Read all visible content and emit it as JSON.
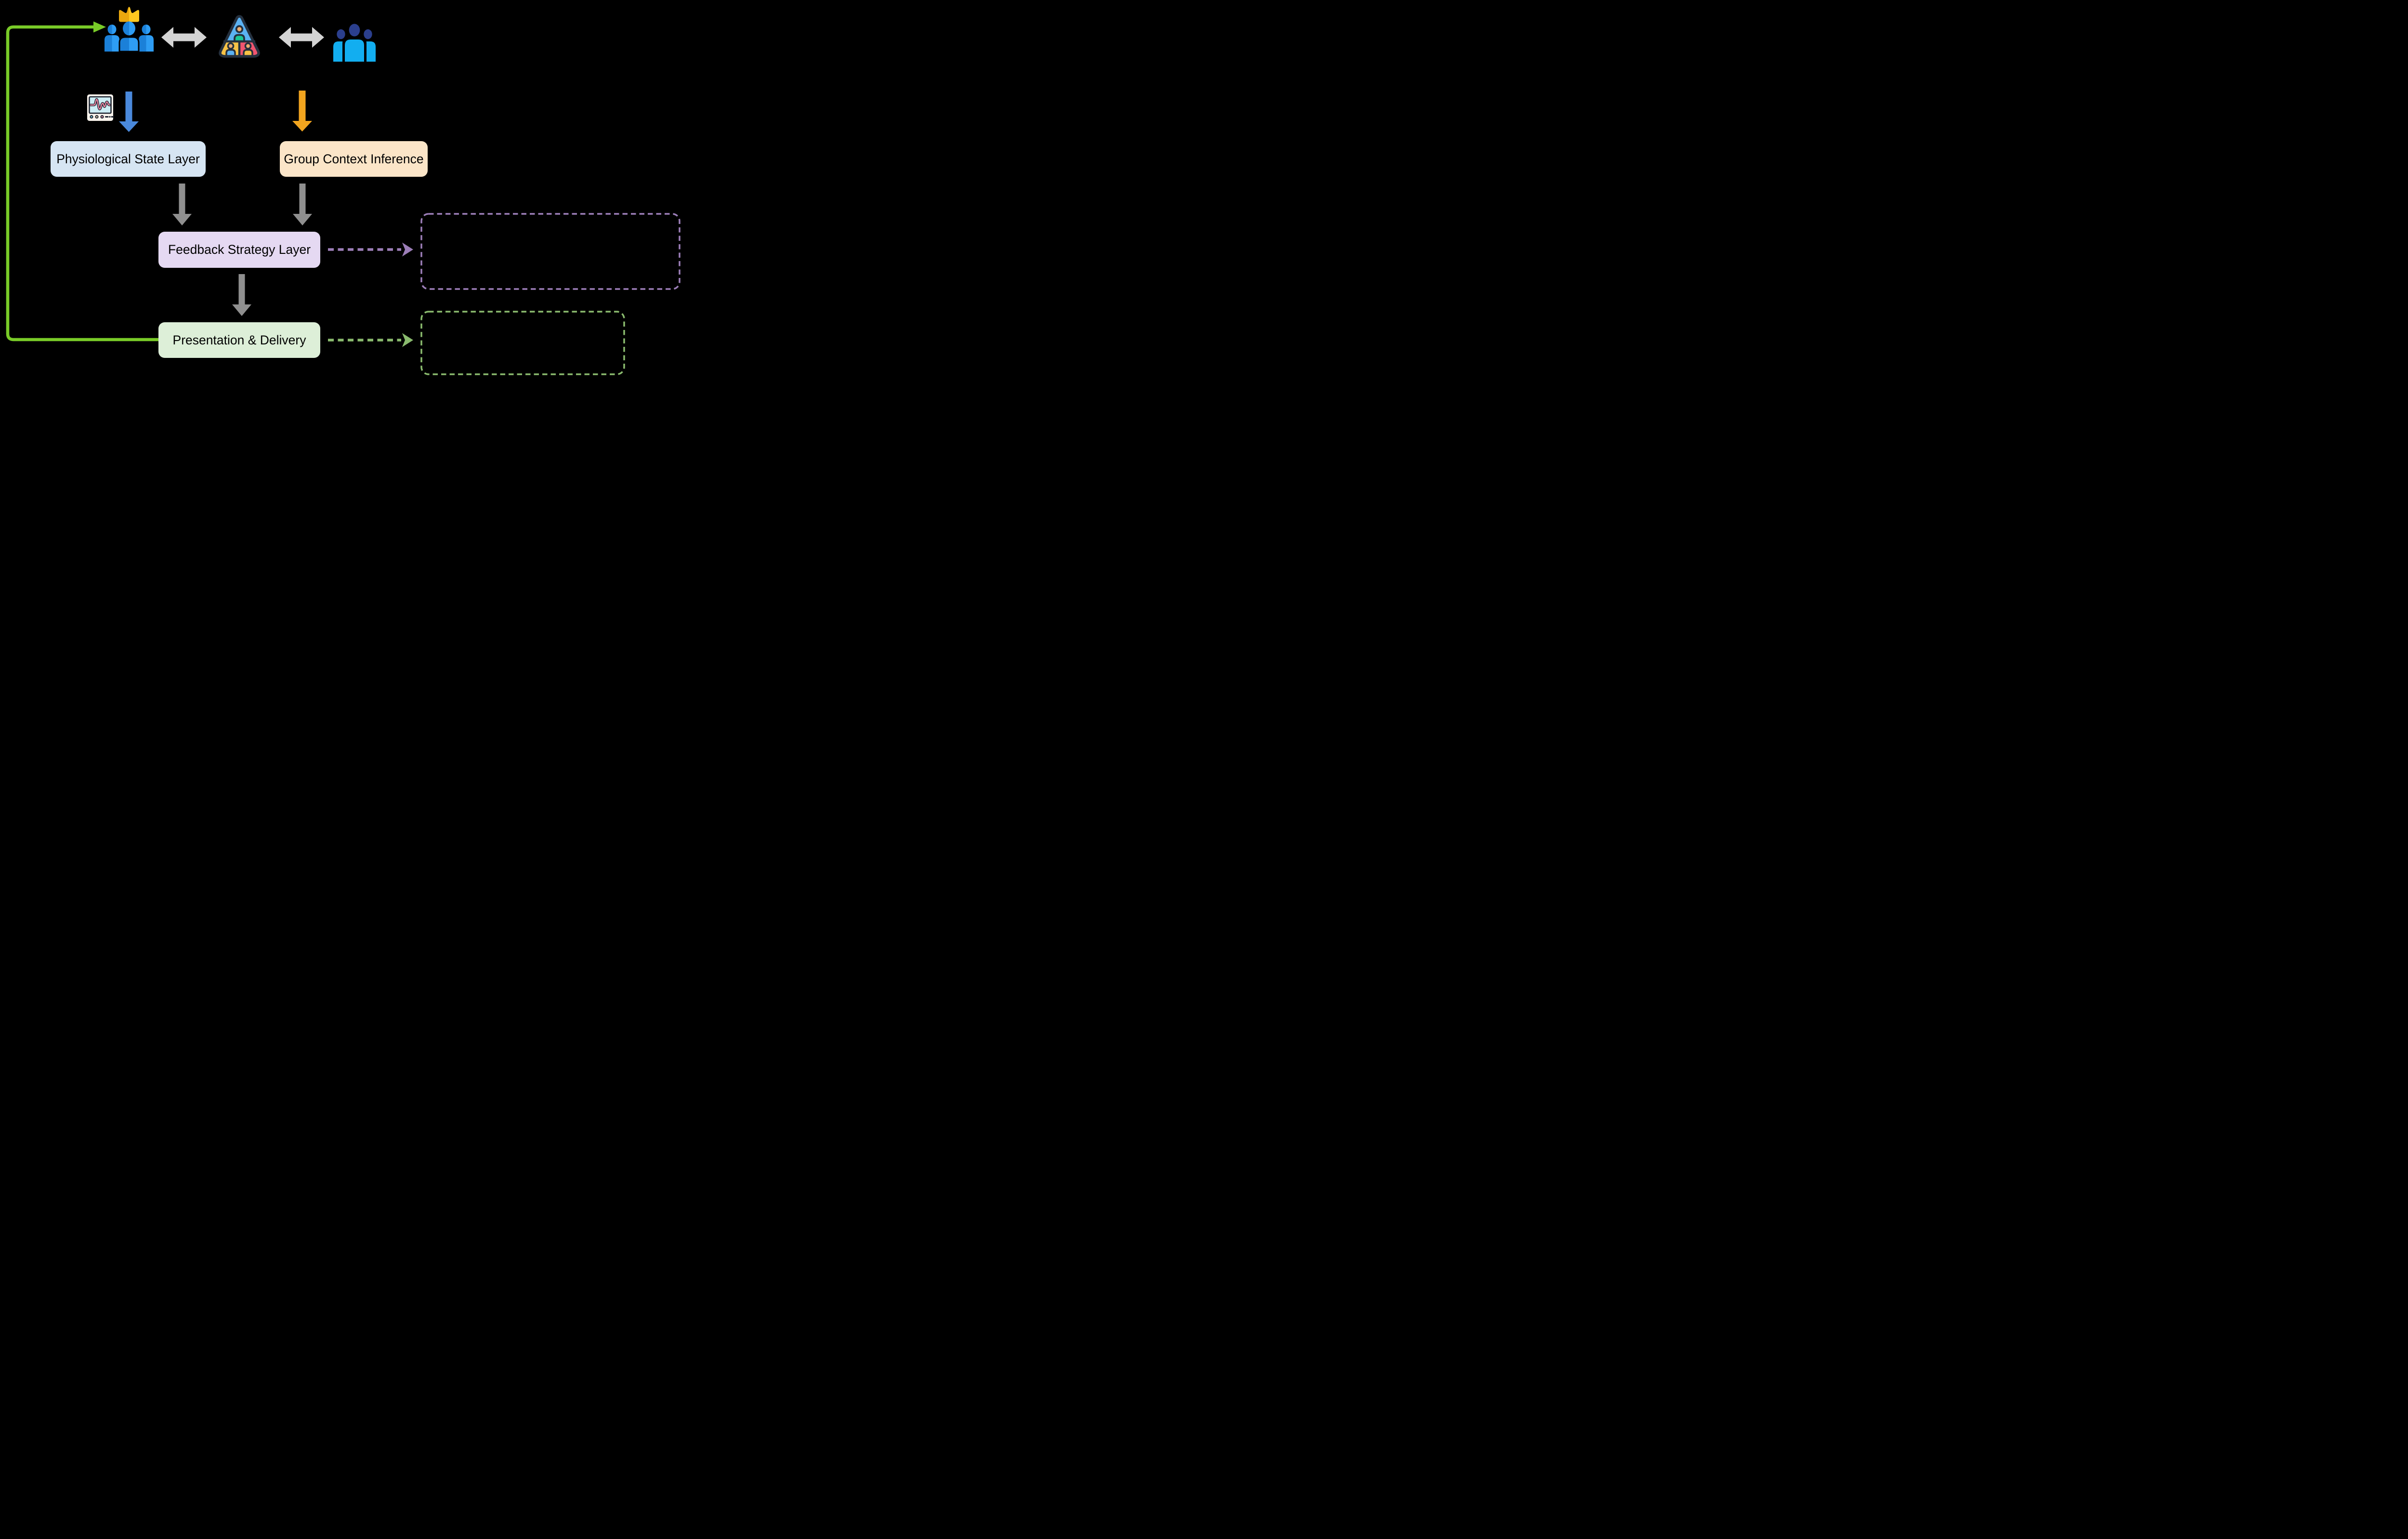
{
  "title": "Adaptive group feedback system architecture diagram",
  "canvas": {
    "background": "#000000"
  },
  "actors": {
    "leader_group": {
      "icon": "leader-group-crown-icon",
      "crown_color": "#FFC81F",
      "people_color": "#2E9DF4"
    },
    "hierarchy_pyramid": {
      "icon": "team-pyramid-icon",
      "section_colors": [
        "#5BB2F2",
        "#F6C245",
        "#F0556F"
      ]
    },
    "audience_group": {
      "icon": "user-group-icon",
      "head_color": "#2B3F8E",
      "body_color": "#12AEF0"
    },
    "peer_link_style": "double-headed-arrow",
    "peer_link_color": "#D4D4D4"
  },
  "inputs": {
    "physiological_monitor": {
      "icon": "ecg-monitor-icon",
      "arrow_color": "#4A89DC"
    },
    "group_context": {
      "arrow_color": "#F2A51F"
    }
  },
  "nodes": [
    {
      "id": "physiological",
      "label": "Physiological State Layer",
      "fill": "#D6E5F3"
    },
    {
      "id": "group_context",
      "label": "Group Context Inference",
      "fill": "#FBE5C8"
    },
    {
      "id": "feedback_strategy",
      "label": "Feedback Strategy Layer",
      "fill": "#E5D9F2"
    },
    {
      "id": "presentation",
      "label": "Presentation & Delivery",
      "fill": "#DDEFD8"
    }
  ],
  "annotations": [
    {
      "id": "strategy_notes",
      "label": "",
      "border_color": "#9C7EB8",
      "style": "dashed",
      "shape": "rounded-rect"
    },
    {
      "id": "delivery_notes",
      "label": "",
      "border_color": "#8ABB6E",
      "style": "dashed",
      "shape": "rounded-rect"
    }
  ],
  "connectors": {
    "flow_arrow_color": "#8F8F8F",
    "feedback_loop_color": "#79CB28",
    "strategy_dashed_arrow_color": "#9C7EB8",
    "delivery_dashed_arrow_color": "#8ABB6E"
  }
}
